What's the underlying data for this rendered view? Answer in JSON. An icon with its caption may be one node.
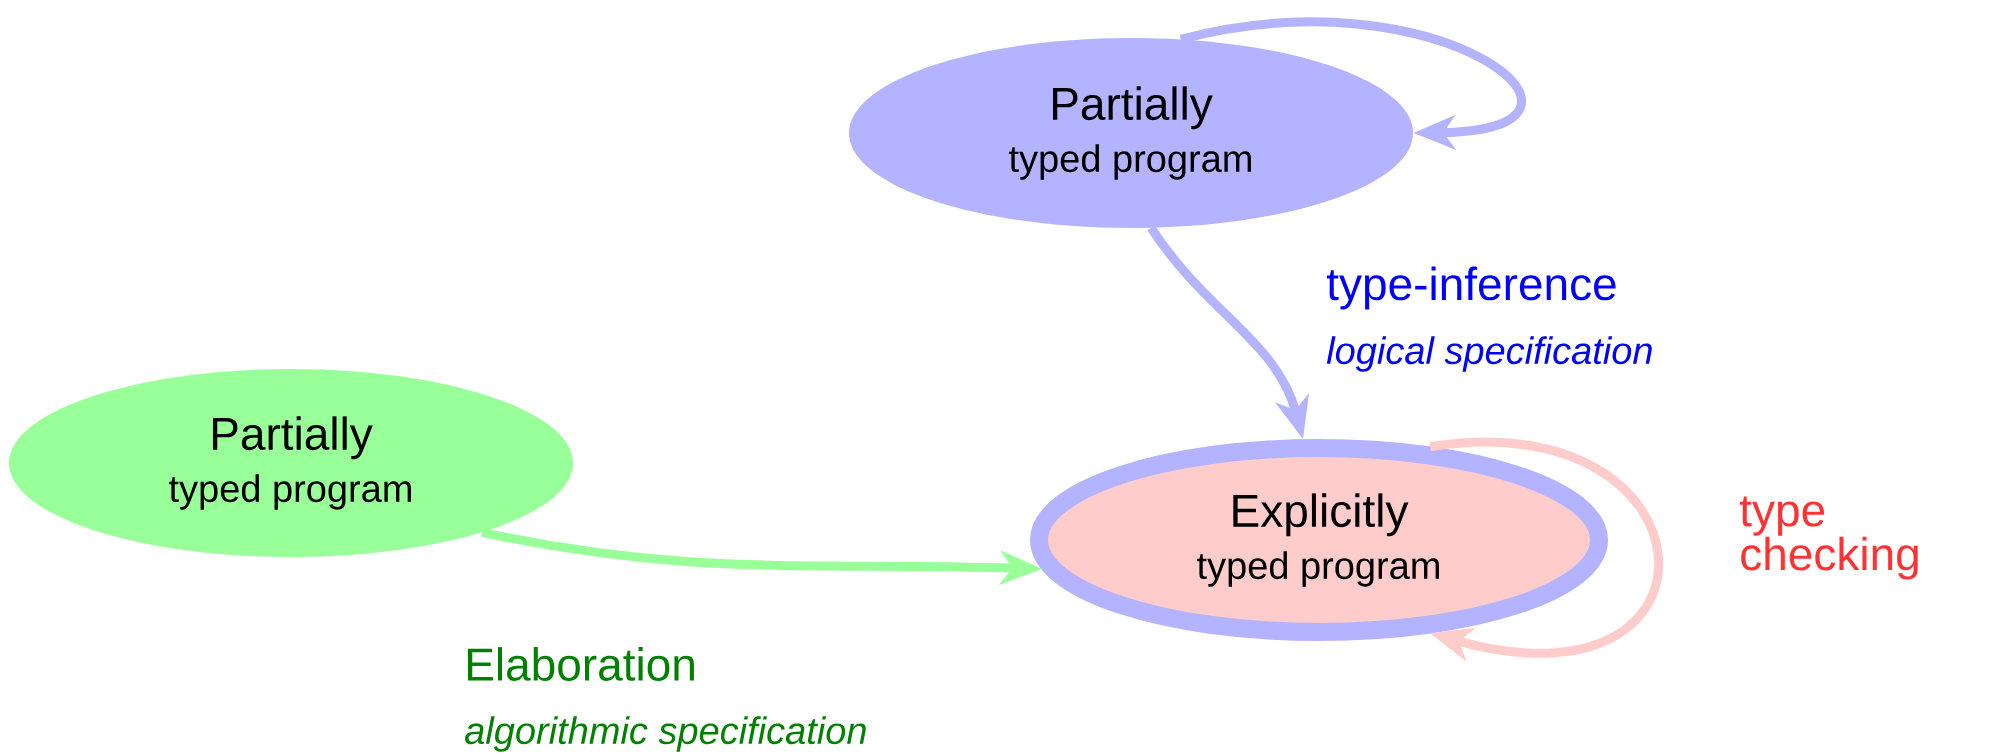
{
  "diagram": {
    "nodes": [
      {
        "text": [
          "Partially",
          "typed program"
        ]
      },
      {
        "text": [
          "Partially",
          "typed program"
        ]
      },
      {
        "text": [
          "Explicitly",
          "typed program"
        ]
      }
    ],
    "edges": [
      {
        "from": 0,
        "to": 0,
        "arrow": "to",
        "color": "#b3b3ff"
      },
      {
        "from": 0,
        "to": 2,
        "arrow": "to",
        "color": "#b3b3ff"
      },
      {
        "from": 1,
        "to": 2,
        "arrow": "to",
        "color": "#99ff99"
      },
      {
        "from": 2,
        "to": 2,
        "arrow": "to",
        "color": "#ffcccc"
      }
    ],
    "labels": [
      "type-inference",
      "logical specification",
      "type checking",
      "Elaboration",
      "algorithmic specification"
    ]
  }
}
